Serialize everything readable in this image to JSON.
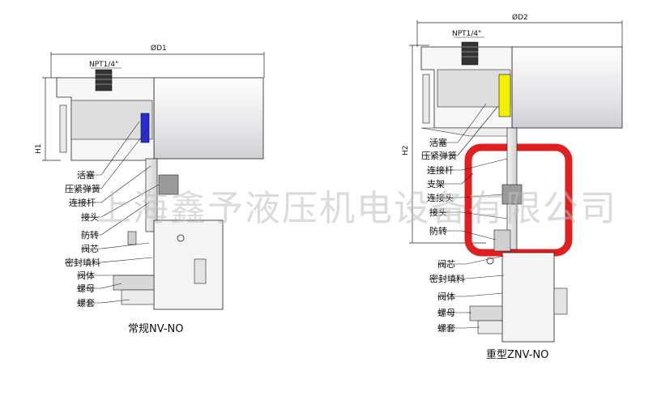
{
  "left_diagram": {
    "dimension_top": "ØD1",
    "dimension_side": "H1",
    "port_label": "NPT1/4\"",
    "part_labels": [
      "活塞",
      "压紧弹簧",
      "连接杆",
      "接头",
      "防转",
      "阀芯",
      "密封填料",
      "阀体",
      "螺母",
      "螺套"
    ],
    "caption": "常规NV-NO"
  },
  "right_diagram": {
    "dimension_top": "ØD2",
    "dimension_side": "H2",
    "port_label": "NPT1/4\"",
    "part_labels": [
      "活塞",
      "压紧弹簧",
      "连接杆",
      "支架",
      "连接头",
      "接头",
      "防转",
      "阀芯",
      "密封填料",
      "阀体",
      "螺母",
      "螺套"
    ],
    "caption": "重型ZNV-NO"
  },
  "watermark": "上海鑫予液压机电设备有限公司",
  "colors": {
    "accent_blue": "#2b2bd6",
    "accent_yellow": "#f2f000",
    "accent_red": "#e02020",
    "line": "#1a1a1a"
  }
}
